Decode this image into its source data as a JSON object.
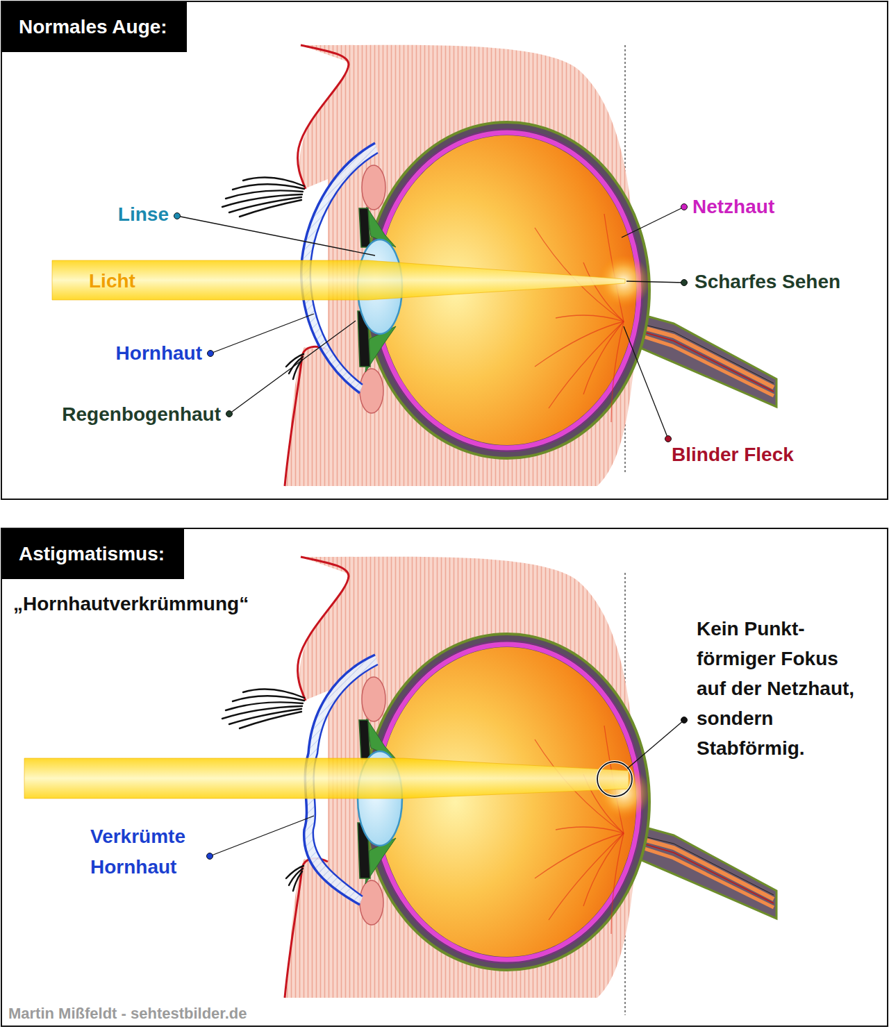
{
  "diagram": {
    "nodes": [
      {
        "text": [
          "Normales Auge:"
        ]
      },
      {
        "text": [
          "Astigmatismus:",
          "„Hornhautverkrümmung“"
        ]
      }
    ],
    "labels": [
      "Linse",
      "Licht",
      "Hornhaut",
      "Regenbogenhaut",
      "Netzhaut",
      "Scharfes Sehen",
      "Blinder Fleck",
      "Verkrümte Hornhaut",
      "Kein Punkt- förmiger Fokus auf der Netzhaut, sondern Stabförmig.",
      "Martin Mißfeldt - sehtestbilder.de"
    ]
  }
}
